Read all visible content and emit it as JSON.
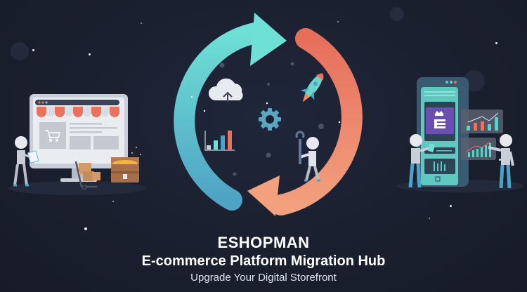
{
  "hero": {
    "brand": "ESHOPMAN",
    "headline": "E-commerce Platform Migration Hub",
    "tagline": "Upgrade Your Digital Storefront"
  },
  "illustration": {
    "left_scene": {
      "label": "legacy-storefront",
      "elements": [
        "desktop-monitor",
        "storefront-awning",
        "shopping-cart-icon",
        "person-with-clipboard",
        "hand-truck-with-boxes",
        "treasure-chest"
      ]
    },
    "center_scene": {
      "label": "migration-cycle",
      "arrow_colors": {
        "teal": "#5fd0c8",
        "coral": "#e8725e",
        "peach": "#f0a07c"
      },
      "icons": [
        "cloud-upload-icon",
        "rocket-icon",
        "gear-icon",
        "bar-chart-icon",
        "person-with-wrench"
      ]
    },
    "right_scene": {
      "label": "modern-mobile-store",
      "elements": [
        "mobile-phone",
        "eshopman-logo",
        "analytics-panel",
        "growth-chart-panel",
        "two-people"
      ]
    }
  },
  "colors": {
    "background": "#1b2030",
    "teal": "#5fd0c8",
    "coral": "#e8725e",
    "purple": "#6a4fb0",
    "white": "#ffffff"
  }
}
